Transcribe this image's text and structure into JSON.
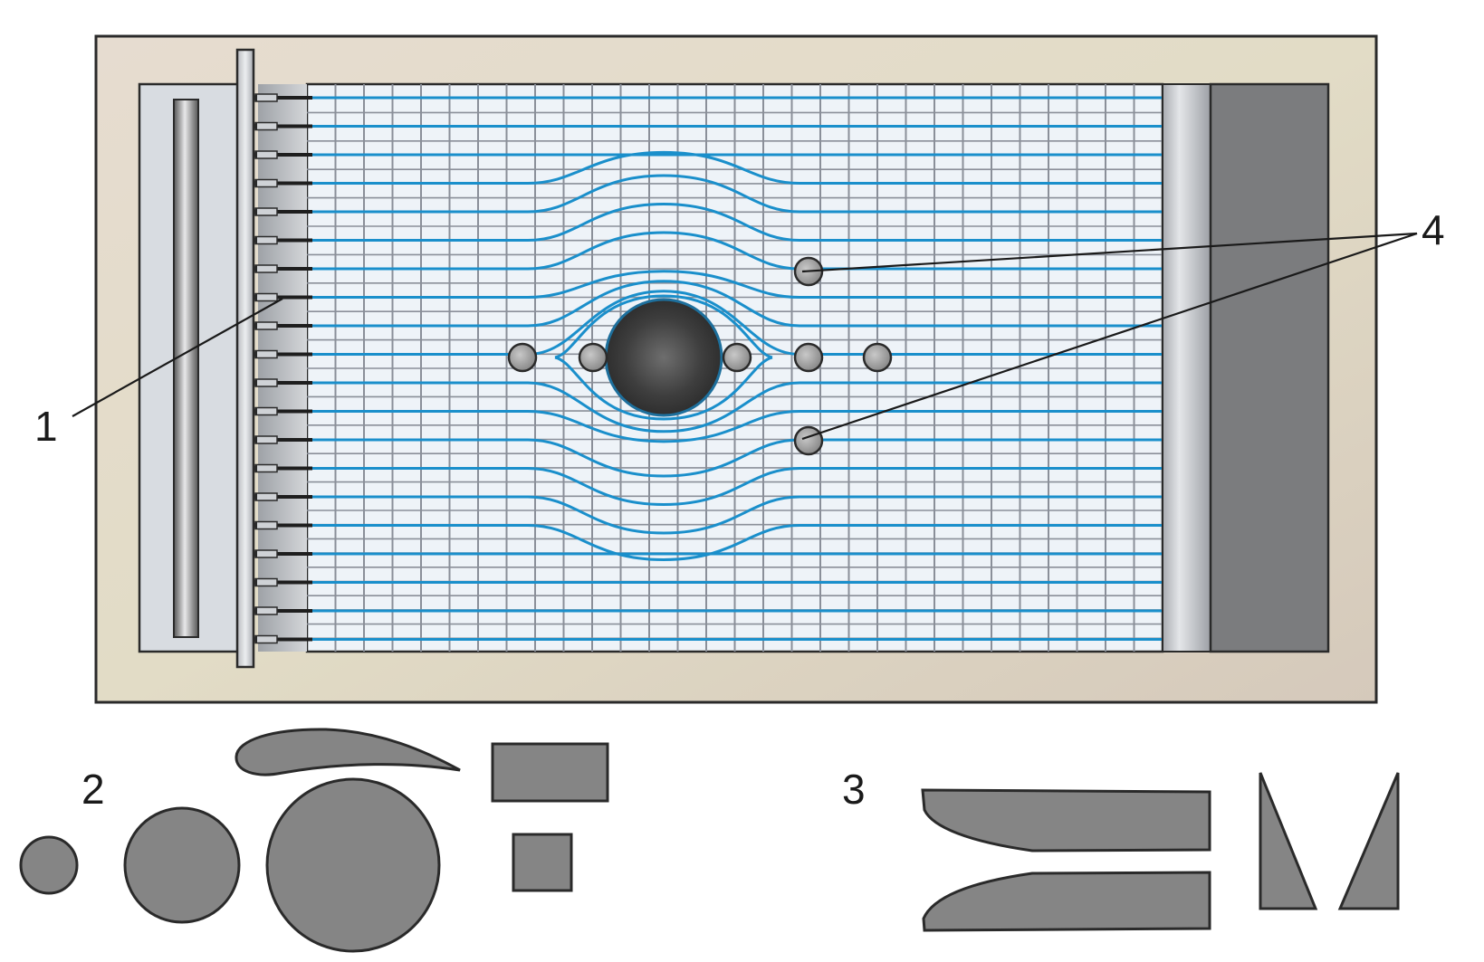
{
  "callouts": {
    "nozzles": "1",
    "model_bodies": "2",
    "wedge_bodies": "3",
    "probes": "4"
  },
  "colors": {
    "frame": "#e3d9cc",
    "basin": "#eef3f8",
    "grid": "#8a8f99",
    "streamline": "#1a8fcb",
    "shape_fill": "#858585",
    "shape_stroke": "#2a2a2a",
    "outlet": "#7b7c7e",
    "cylinder": "#4a4a4a"
  },
  "icons": {
    "cylinder": "circle-obstacle-icon",
    "probe": "probe-pin-icon",
    "nozzle": "dye-nozzle-icon"
  }
}
